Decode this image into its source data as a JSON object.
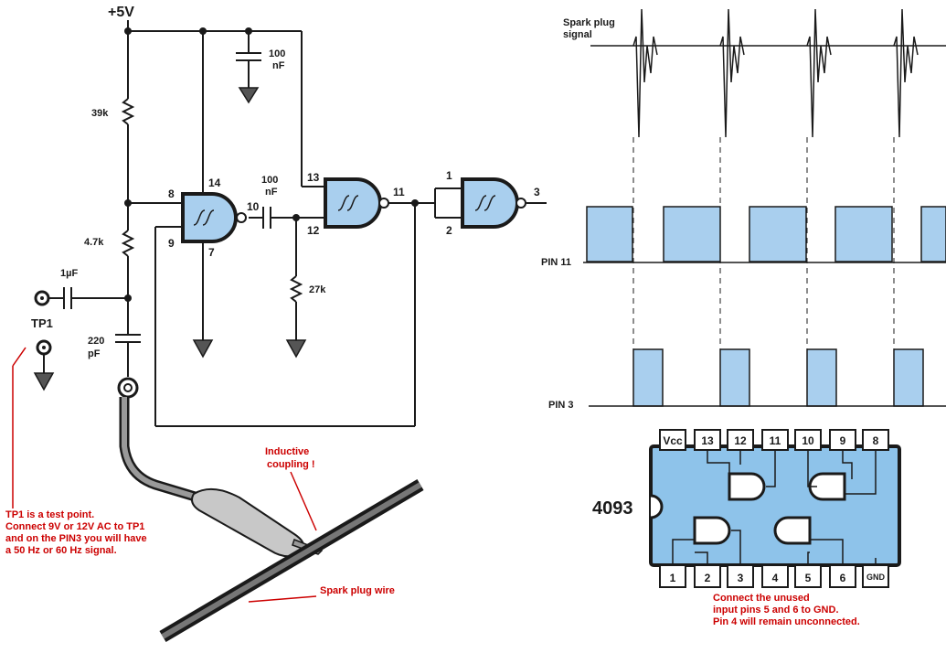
{
  "schematic": {
    "supply": "+5V",
    "r_top": "39k",
    "r_mid": "4.7k",
    "r_pull": "27k",
    "c_input": "1µF",
    "c_probe_value": "220",
    "c_probe_unit": "pF",
    "c_decouple_value": "100",
    "c_decouple_unit": "nF",
    "c_coupling_value": "100",
    "c_coupling_unit": "nF",
    "tp_label": "TP1",
    "gate1_pins": [
      "8",
      "9",
      "14",
      "7",
      "10"
    ],
    "gate2_pins": [
      "13",
      "12",
      "11"
    ],
    "gate3_pins": [
      "1",
      "2",
      "3"
    ]
  },
  "annotations": {
    "inductive": [
      "Inductive",
      "coupling !"
    ],
    "wire": "Spark plug wire",
    "tp_note": [
      "TP1 is a test point.",
      "Connect 9V or 12V AC to TP1",
      "and on the PIN3 you will have",
      "a 50 Hz or 60 Hz signal."
    ],
    "chip_note": [
      "Connect the unused",
      "input pins 5 and 6 to GND.",
      "Pin 4 will remain unconnected."
    ]
  },
  "timing": {
    "signal_label": [
      "Spark plug",
      "signal"
    ],
    "pin11_label": "PIN 11",
    "pin3_label": "PIN 3"
  },
  "chip": {
    "name": "4093",
    "top_pins": [
      "Vcc",
      "13",
      "12",
      "11",
      "10",
      "9",
      "8"
    ],
    "bottom_pins": [
      "1",
      "2",
      "3",
      "4",
      "5",
      "6",
      "GND"
    ]
  },
  "colors": {
    "gate_fill": "#a9cfee",
    "chip_fill": "#8ec3ea",
    "pulse_fill": "#a9cfee",
    "note": "#cc0000"
  }
}
